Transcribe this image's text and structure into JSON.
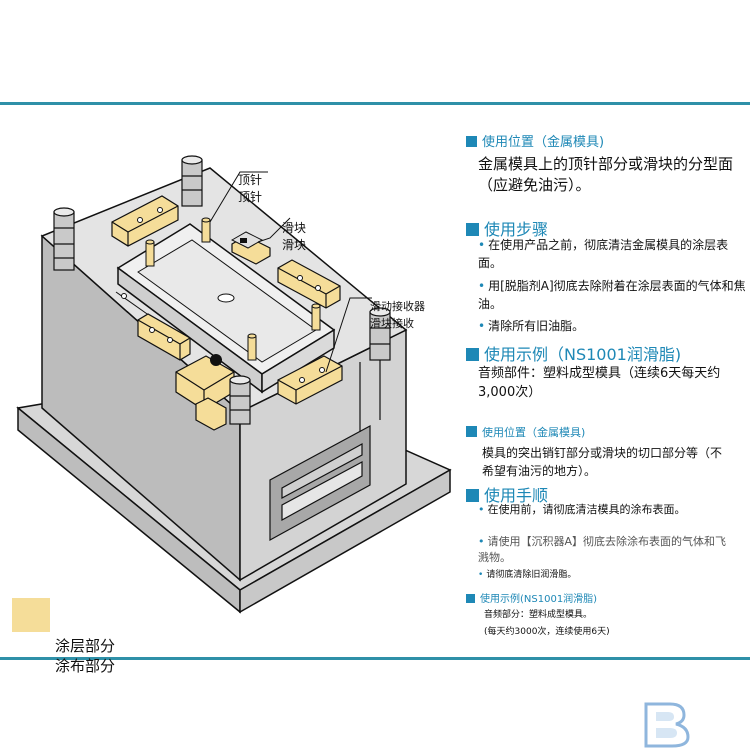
{
  "labels": {
    "ejector_pin": [
      "顶针",
      "顶针"
    ],
    "slider": [
      "滑块",
      "滑块"
    ],
    "slide_contact": [
      "滑动接收器",
      "滑块接收"
    ]
  },
  "legend": {
    "text": [
      "涂层部分",
      "涂布部分"
    ],
    "color": "#f5dd99"
  },
  "sections": [
    {
      "heading": "使用位置（金属模具)",
      "body": "金属模具上的顶针部分或滑块的分型面（应避免油污）。"
    },
    {
      "heading": "使用步骤",
      "steps": [
        "在使用产品之前，彻底清洁金属模具的涂层表面。",
        "用[脱脂剂A]彻底去除附着在涂层表面的气体和焦油。",
        "清除所有旧油脂。"
      ]
    },
    {
      "heading": "使用示例（NS1001润滑脂)",
      "body": "音频部件：塑料成型模具（连续6天每天约3,000次）"
    },
    {
      "heading": "使用位置（金属模具)",
      "body": "模具的突出销钉部分或滑块的切口部分等（不希望有油污的地方）。"
    },
    {
      "heading": "使用手顺",
      "steps": [
        "在使用前，请彻底清洁模具的涂布表面。",
        "请使用【沉积器A】彻底去除涂布表面的气体和飞溅物。",
        "请彻底清除旧润滑脂。"
      ]
    },
    {
      "heading": "使用示例(NS1001润滑脂)",
      "body": "音频部分：塑料成型模具。",
      "note": "(每天约3000次，连续使用6天)"
    }
  ],
  "colors": {
    "accent": "#1e88b6",
    "rule": "#2e90a8",
    "coating": "#f5dd99"
  }
}
